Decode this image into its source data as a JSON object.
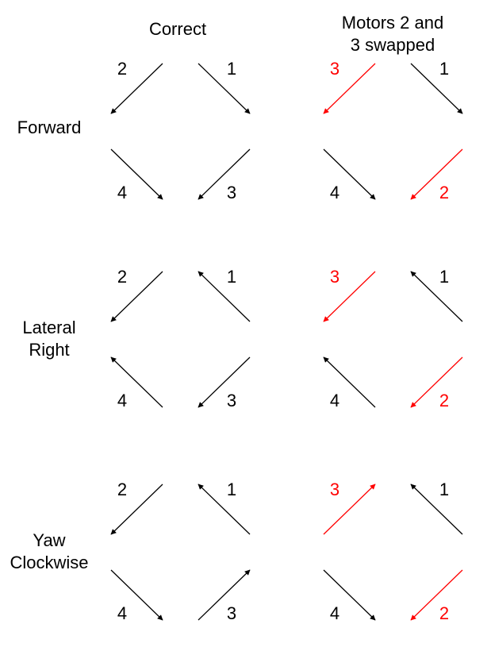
{
  "colors": {
    "normal": "#000000",
    "swapped": "#ff0000"
  },
  "headers": {
    "correct": "Correct",
    "swapped_line1": "Motors 2 and",
    "swapped_line2": "3 swapped"
  },
  "rows": [
    {
      "label_lines": [
        "Forward"
      ],
      "correct": {
        "motors": [
          {
            "id": "1",
            "label": "1",
            "arrow": "down-right",
            "highlight": false
          },
          {
            "id": "2",
            "label": "2",
            "arrow": "down-left",
            "highlight": false
          },
          {
            "id": "3",
            "label": "3",
            "arrow": "down-left",
            "highlight": false
          },
          {
            "id": "4",
            "label": "4",
            "arrow": "down-right",
            "highlight": false
          }
        ]
      },
      "swapped": {
        "motors": [
          {
            "id": "1",
            "label": "1",
            "arrow": "down-right",
            "highlight": false
          },
          {
            "id": "2",
            "label": "3",
            "arrow": "down-left",
            "highlight": true
          },
          {
            "id": "3",
            "label": "2",
            "arrow": "down-left",
            "highlight": true
          },
          {
            "id": "4",
            "label": "4",
            "arrow": "down-right",
            "highlight": false
          }
        ]
      }
    },
    {
      "label_lines": [
        "Lateral",
        "Right"
      ],
      "correct": {
        "motors": [
          {
            "id": "1",
            "label": "1",
            "arrow": "up-left",
            "highlight": false
          },
          {
            "id": "2",
            "label": "2",
            "arrow": "down-left",
            "highlight": false
          },
          {
            "id": "3",
            "label": "3",
            "arrow": "down-left",
            "highlight": false
          },
          {
            "id": "4",
            "label": "4",
            "arrow": "up-left",
            "highlight": false
          }
        ]
      },
      "swapped": {
        "motors": [
          {
            "id": "1",
            "label": "1",
            "arrow": "up-left",
            "highlight": false
          },
          {
            "id": "2",
            "label": "3",
            "arrow": "down-left",
            "highlight": true
          },
          {
            "id": "3",
            "label": "2",
            "arrow": "down-left",
            "highlight": true
          },
          {
            "id": "4",
            "label": "4",
            "arrow": "up-left",
            "highlight": false
          }
        ]
      }
    },
    {
      "label_lines": [
        "Yaw",
        "Clockwise"
      ],
      "correct": {
        "motors": [
          {
            "id": "1",
            "label": "1",
            "arrow": "up-left",
            "highlight": false
          },
          {
            "id": "2",
            "label": "2",
            "arrow": "down-left",
            "highlight": false
          },
          {
            "id": "3",
            "label": "3",
            "arrow": "up-right",
            "highlight": false
          },
          {
            "id": "4",
            "label": "4",
            "arrow": "down-right",
            "highlight": false
          }
        ]
      },
      "swapped": {
        "motors": [
          {
            "id": "1",
            "label": "1",
            "arrow": "up-left",
            "highlight": false
          },
          {
            "id": "2",
            "label": "3",
            "arrow": "up-right",
            "highlight": true
          },
          {
            "id": "3",
            "label": "2",
            "arrow": "down-left",
            "highlight": true
          },
          {
            "id": "4",
            "label": "4",
            "arrow": "down-right",
            "highlight": false
          }
        ]
      }
    }
  ]
}
